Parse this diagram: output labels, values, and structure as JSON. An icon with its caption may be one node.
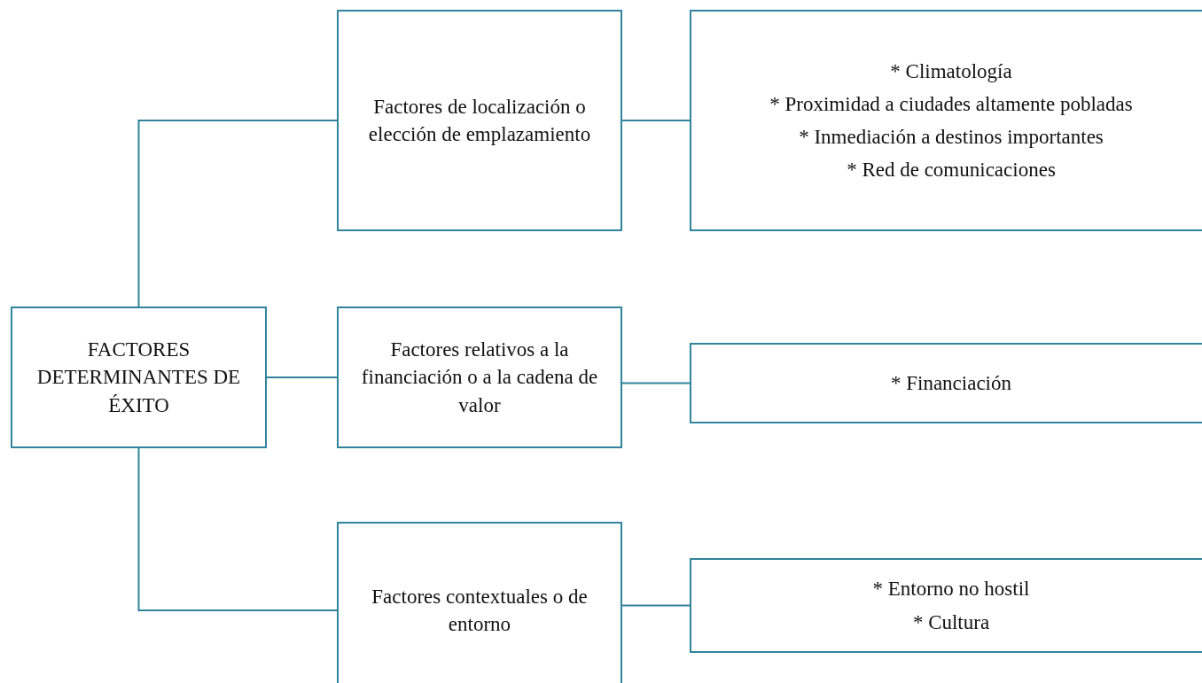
{
  "diagram": {
    "nodes": [
      {
        "text": [
          "FACTORES DETERMINANTES DE ÉXITO"
        ]
      },
      {
        "text": [
          "Factores de localización o elección de emplazamiento"
        ]
      },
      {
        "text": [
          "* Climatología",
          "* Proximidad a ciudades altamente pobladas",
          "* Inmediación a destinos importantes",
          "* Red de comunicaciones"
        ]
      },
      {
        "text": [
          "Factores relativos a la financiación o a la cadena de valor"
        ]
      },
      {
        "text": [
          "* Financiación"
        ]
      },
      {
        "text": [
          "Factores contextuales o de entorno"
        ]
      },
      {
        "text": [
          "* Entorno no hostil",
          "* Cultura"
        ]
      }
    ],
    "edges": [
      {
        "from": 0,
        "to": 1,
        "arrow": "none"
      },
      {
        "from": 1,
        "to": 2,
        "arrow": "none"
      },
      {
        "from": 0,
        "to": 3,
        "arrow": "none"
      },
      {
        "from": 3,
        "to": 4,
        "arrow": "none"
      },
      {
        "from": 0,
        "to": 5,
        "arrow": "none"
      },
      {
        "from": 5,
        "to": 6,
        "arrow": "none"
      }
    ]
  }
}
